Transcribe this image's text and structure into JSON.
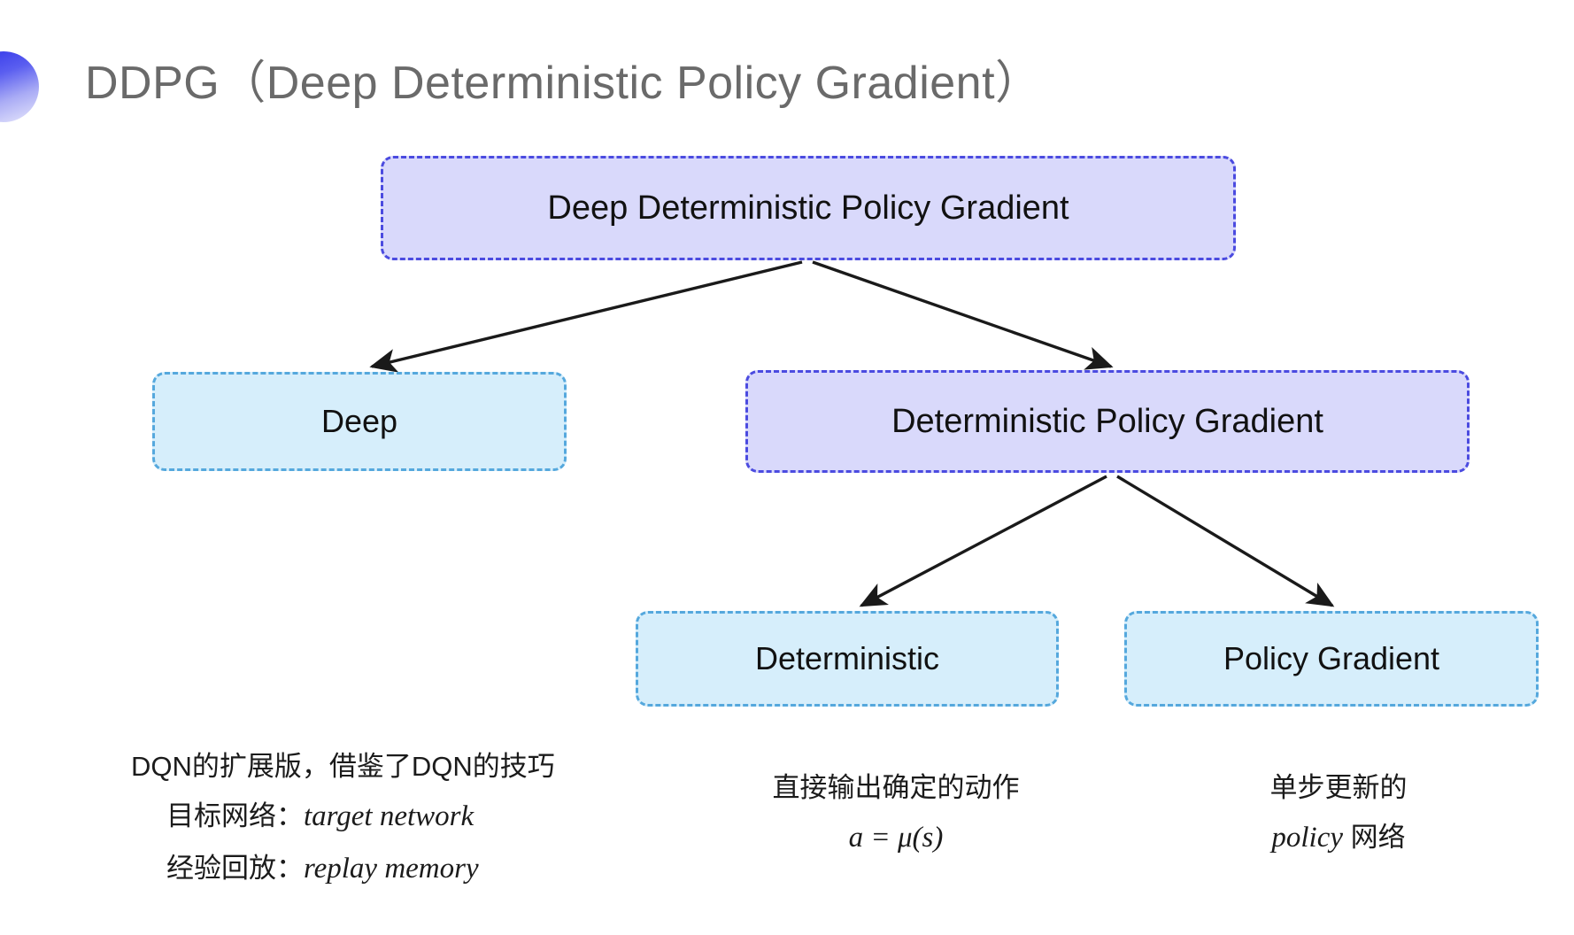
{
  "slide": {
    "title": "DDPG（Deep Deterministic Policy Gradient）",
    "background": "#ffffff",
    "bullet_icon": "gradient-half-circle-icon"
  },
  "colors": {
    "purple_fill": "#d9d9fb",
    "purple_border": "#4b4be0",
    "blue_fill": "#d6eefb",
    "blue_border": "#55a8dd",
    "title_text": "#6a6a6a",
    "body_text": "#1b1b1b",
    "arrow": "#1a1a1a"
  },
  "diagram": {
    "nodes": [
      {
        "id": "root",
        "label": "Deep Deterministic Policy Gradient",
        "style": "purple"
      },
      {
        "id": "deep",
        "label": "Deep",
        "style": "blue"
      },
      {
        "id": "dpg",
        "label": "Deterministic Policy Gradient",
        "style": "purple"
      },
      {
        "id": "det",
        "label": "Deterministic",
        "style": "blue"
      },
      {
        "id": "pg",
        "label": "Policy Gradient",
        "style": "blue"
      }
    ],
    "edges": [
      {
        "from": "root",
        "to": "deep"
      },
      {
        "from": "root",
        "to": "dpg"
      },
      {
        "from": "dpg",
        "to": "det"
      },
      {
        "from": "dpg",
        "to": "pg"
      }
    ]
  },
  "captions": {
    "left": {
      "line1": "DQN的扩展版，借鉴了DQN的技巧",
      "line2_label": "目标网络：",
      "line2_term": "target network",
      "line3_label": "经验回放：",
      "line3_term": "replay memory"
    },
    "middle": {
      "line1": "直接输出确定的动作",
      "line2": "a = μ(s)"
    },
    "right": {
      "line1": "单步更新的",
      "line2_term": "policy",
      "line2_rest": " 网络"
    }
  }
}
